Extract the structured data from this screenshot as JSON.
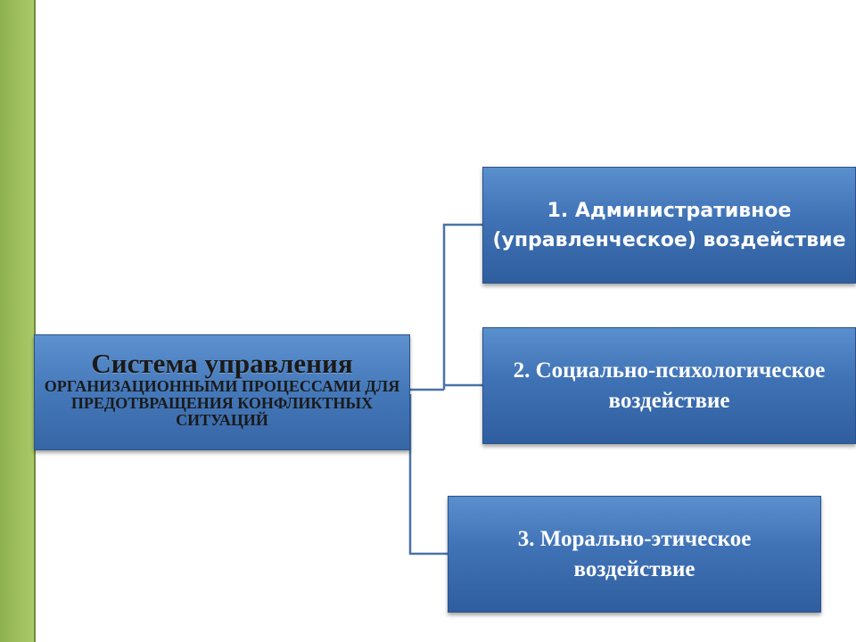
{
  "colors": {
    "side_bar": "#9bbb59",
    "box_fill": "#3f72b5",
    "connector": "#4a72a8"
  },
  "root": {
    "title": "Система управления",
    "subtitle": "организационными процессами для предотвращения конфликтных ситуаций"
  },
  "children": [
    {
      "label": "1. Административное (управленческое) воздействие"
    },
    {
      "label": "2. Социально-психологическое воздействие"
    },
    {
      "label": "3. Морально-этическое воздействие"
    }
  ]
}
